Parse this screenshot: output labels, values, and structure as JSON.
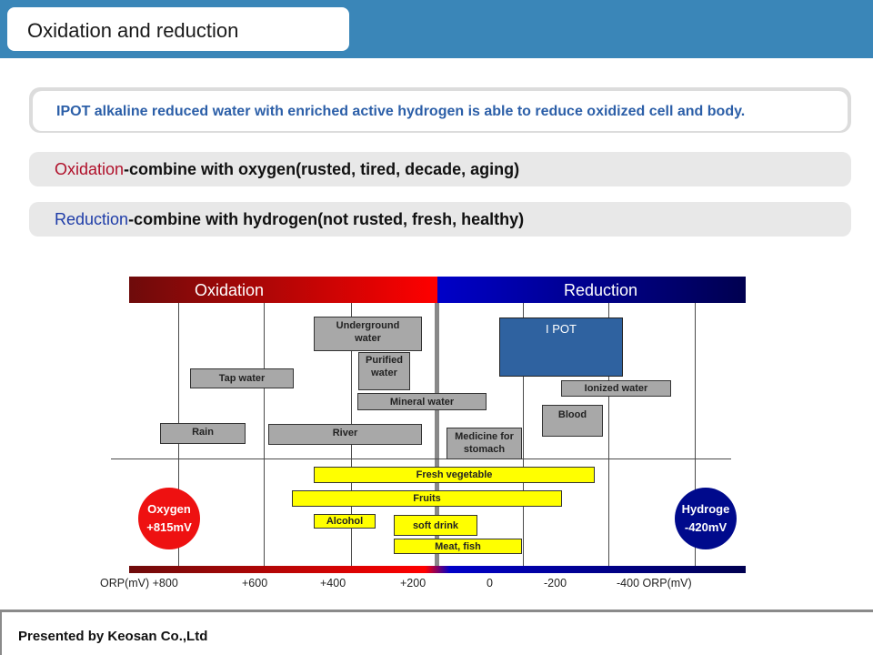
{
  "header": {
    "title": "Oxidation and reduction"
  },
  "banner": {
    "text": "IPOT alkaline reduced water with enriched active hydrogen is able to reduce oxidized cell and body."
  },
  "definitions": {
    "oxidation": {
      "term": "Oxidation",
      "rest": "-combine with oxygen(rusted, tired, decade, aging)"
    },
    "reduction": {
      "term": "Reduction",
      "rest": "-combine with hydrogen(not rusted, fresh, healthy)"
    }
  },
  "scale": {
    "oxidation_label": "Oxidation",
    "reduction_label": "Reduction",
    "oxygen": {
      "name": "Oxygen",
      "value": "+815mV"
    },
    "hydrogen": {
      "name": "Hydroge",
      "value": "-420mV"
    },
    "ticks": [
      "ORP(mV) +800",
      "+600",
      "+400",
      "+200",
      "0",
      "-200",
      "-400 ORP(mV)"
    ]
  },
  "items": {
    "underground_water_1": "Underground",
    "underground_water_2": "water",
    "purified_water_1": "Purified",
    "purified_water_2": "water",
    "tap_water": "Tap water",
    "mineral_water": "Mineral water",
    "rain": "Rain",
    "river": "River",
    "medicine_1": "Medicine for",
    "medicine_2": "stomach",
    "ipot": "I POT",
    "ionized_water": "Ionized water",
    "blood": "Blood",
    "fresh_vegetable": "Fresh vegetable",
    "fruits": "Fruits",
    "alcohol": "Alcohol",
    "soft_drink": "soft drink",
    "meat_fish": "Meat, fish"
  },
  "footer": {
    "text": "Presented by Keosan Co.,Ltd"
  },
  "colors": {
    "header_blue": "#3a86b8",
    "oxidation_red": "#ee1111",
    "reduction_blue": "#000a8c",
    "highlight_yellow": "#ffff00",
    "ipot_blue": "#2f62a0"
  }
}
